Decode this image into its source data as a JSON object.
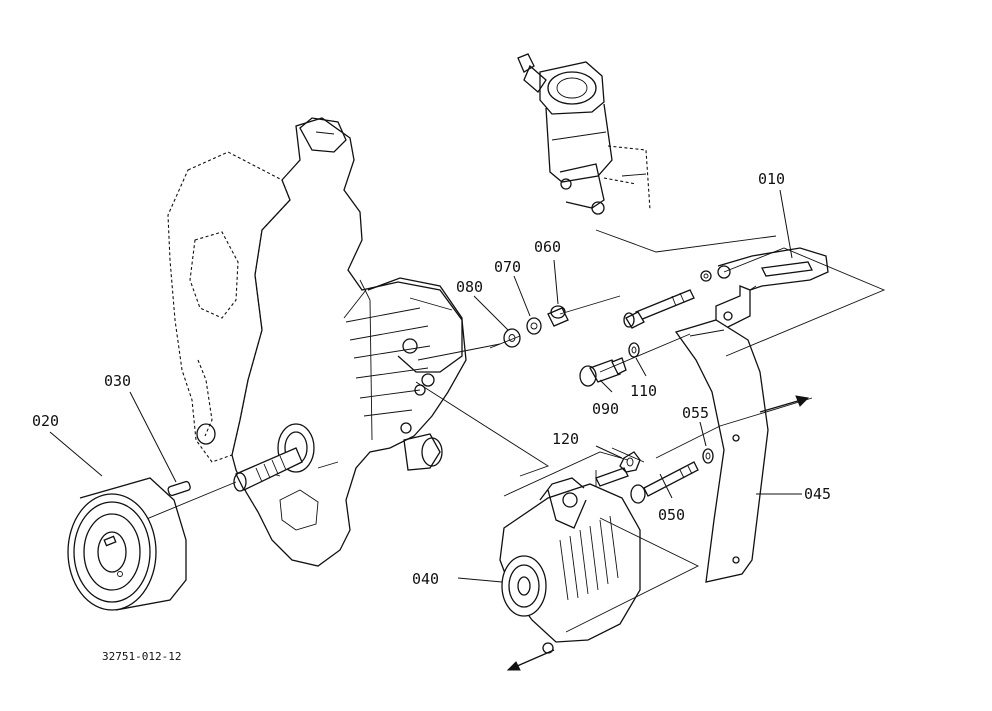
{
  "diagram": {
    "reference_number": "32751-012-12",
    "callouts": [
      {
        "id": "c010",
        "label": "010"
      },
      {
        "id": "c020",
        "label": "020"
      },
      {
        "id": "c030",
        "label": "030"
      },
      {
        "id": "c040",
        "label": "040"
      },
      {
        "id": "c045",
        "label": "045"
      },
      {
        "id": "c050",
        "label": "050"
      },
      {
        "id": "c055",
        "label": "055"
      },
      {
        "id": "c060",
        "label": "060"
      },
      {
        "id": "c070",
        "label": "070"
      },
      {
        "id": "c080",
        "label": "080"
      },
      {
        "id": "c090",
        "label": "090"
      },
      {
        "id": "c110",
        "label": "110"
      },
      {
        "id": "c120",
        "label": "120"
      }
    ]
  }
}
